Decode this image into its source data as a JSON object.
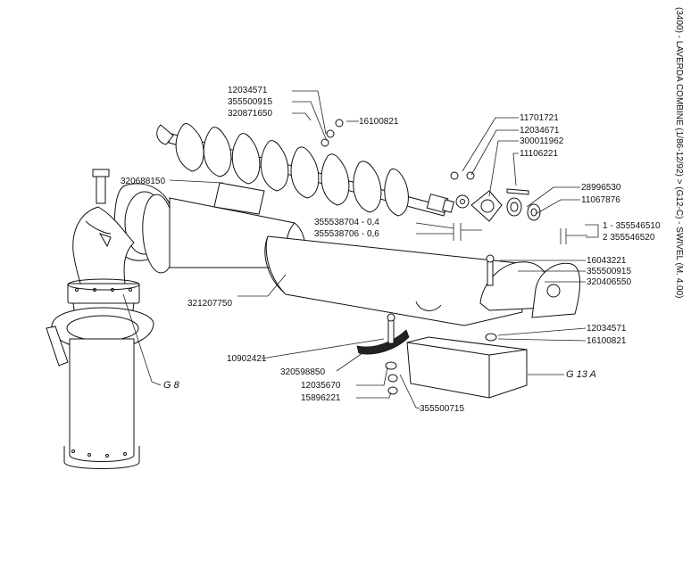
{
  "header_text": "(3400) - LAVERDA COMBINE (1/86-12/92) > (G12-C) - SWIVEL (M. 4.00)",
  "labels": {
    "p12034571a": "12034571",
    "p355500915a": "355500915",
    "p320871650": "320871650",
    "p16100821a": "16100821",
    "p320688150": "320688150",
    "p11701721": "11701721",
    "p12034671": "12034671",
    "p300011962": "300011962",
    "p11106221": "11106221",
    "p28996530": "28996530",
    "p11067876": "11067876",
    "p355538704": "355538704 - 0,4",
    "p355538706": "355538706 - 0,6",
    "p355546510": "1 - 355546510",
    "p355546520": "2   355546520",
    "p16043221": "16043221",
    "p355500915b": "355500915",
    "p320406550": "320406550",
    "p321207750": "321207750",
    "p12034571b": "12034571",
    "p16100821b": "16100821",
    "p10902421": "10902421",
    "p320598850": "320598850",
    "p12035670": "12035670",
    "p15896221": "15896221",
    "p355500715": "355500715",
    "refG8": "G 8",
    "refG13A": "G 13 A"
  }
}
